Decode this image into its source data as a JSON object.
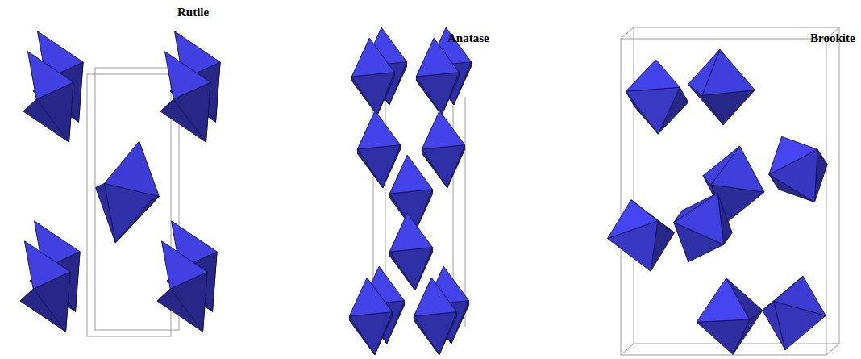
{
  "diagram": {
    "labels": [
      "Rutile",
      "Anatase",
      "Brookite"
    ]
  }
}
